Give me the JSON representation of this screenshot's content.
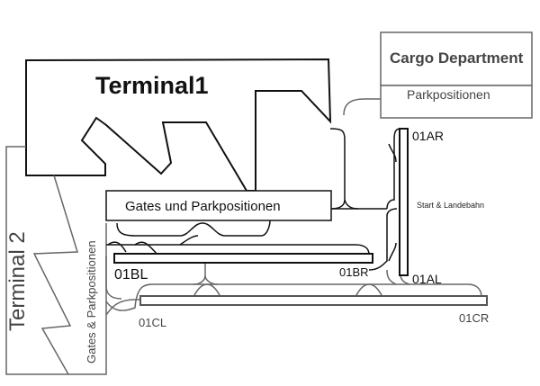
{
  "diagram": {
    "terminal1": {
      "title": "Terminal1",
      "gates_label": "Gates und Parkpositionen"
    },
    "terminal2": {
      "title": "Terminal 2",
      "gates_label": "Gates & Parkpositionen"
    },
    "cargo": {
      "title": "Cargo Department",
      "parking_label": "Parkpositionen"
    },
    "runway_label": "Start & Landebahn",
    "runways": {
      "a_right": "01AR",
      "a_left": "01AL",
      "b_left": "01BL",
      "b_right": "01BR",
      "c_left": "01CL",
      "c_right": "01CR"
    },
    "colors": {
      "primary_line": "#111111",
      "secondary_line": "#666666",
      "background": "#ffffff"
    }
  }
}
